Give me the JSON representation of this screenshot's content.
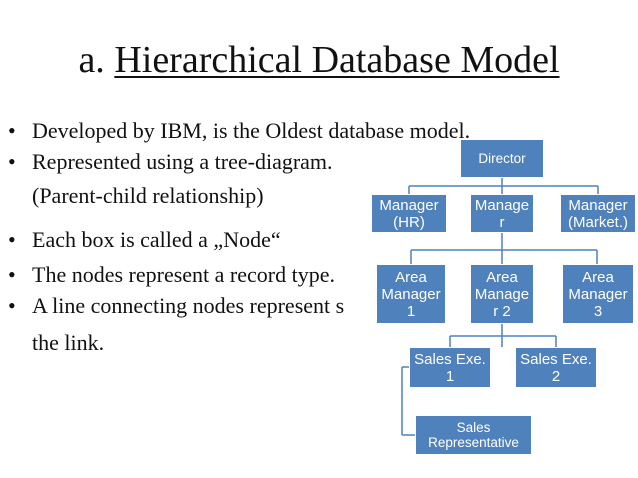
{
  "slide": {
    "title_prefix": "a. ",
    "title_main": "Hierarchical Database Model",
    "bullet_symbol": "•",
    "bullets": [
      "Developed by IBM, is the Oldest database model.",
      "Represented using a tree-diagram.",
      "Each box is called a „Node“",
      "The nodes represent a record type.",
      "A line connecting nodes represent s"
    ],
    "continuations": [
      "(Parent-child relationship)",
      "the link."
    ]
  },
  "tree": {
    "node_color": "#4f81bd",
    "line_color": "#4f81bd",
    "nodes": {
      "director": "Director",
      "manager_hr": "Manager\n(HR)",
      "manager_mid": "Manage\nr",
      "manager_market": "Manager\n(Market.)",
      "area_manager_1": "Area\nManager\n1",
      "area_manager_2": "Area\nManage\nr 2",
      "area_manager_3": "Area\nManager\n3",
      "sales_exe_1": "Sales Exe.\n1",
      "sales_exe_2": "Sales Exe.\n2",
      "sales_rep": "Sales\nRepresentative"
    }
  }
}
